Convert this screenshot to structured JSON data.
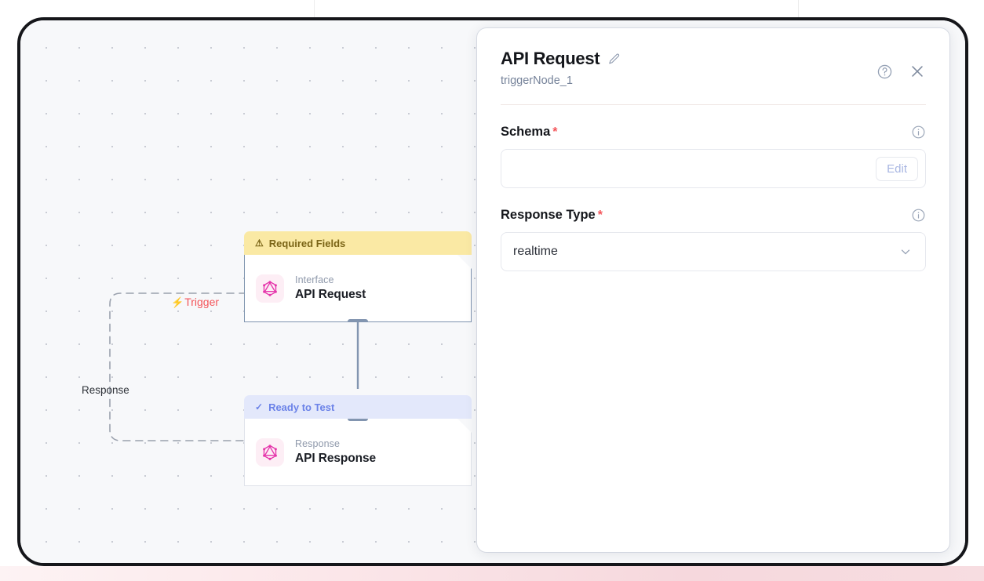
{
  "canvas": {
    "edges": [
      {
        "id": "trigger",
        "label": "Trigger",
        "icon": "lightning-bolt-icon",
        "color": "#f4555a"
      },
      {
        "id": "response",
        "label": "Response",
        "color": "#2f3339"
      }
    ],
    "nodes": [
      {
        "id": "node-api-request",
        "banner": {
          "text": "Required Fields",
          "icon": "warning-triangle-icon",
          "style": "warning",
          "bg": "#fae9a4",
          "fg": "#7a6416"
        },
        "kind": "Interface",
        "title": "API Request",
        "icon": "graphql-icon"
      },
      {
        "id": "node-api-response",
        "banner": {
          "text": "Ready to Test",
          "icon": "check-icon",
          "style": "ready",
          "bg": "#e3e8fb",
          "fg": "#6b82e8"
        },
        "kind": "Response",
        "title": "API Response",
        "icon": "graphql-icon"
      }
    ]
  },
  "inspector": {
    "title": "API Request",
    "subtitle": "triggerNode_1",
    "edit_title_icon": "pencil-icon",
    "help_icon": "question-circle-icon",
    "close_icon": "close-icon",
    "fields": [
      {
        "id": "schema",
        "label": "Schema",
        "required_marker": "*",
        "info_icon": "info-circle-icon",
        "type": "schema-editor",
        "value": "",
        "button_label": "Edit"
      },
      {
        "id": "response_type",
        "label": "Response Type",
        "required_marker": "*",
        "info_icon": "info-circle-icon",
        "type": "select",
        "value": "realtime",
        "chevron_icon": "chevron-down-icon"
      }
    ]
  },
  "colors": {
    "accent_red": "#f4555a",
    "warning_bg": "#fae9a4",
    "ready_bg": "#e3e8fb",
    "node_border": "#7e93ae",
    "graphql_pink": "#e535ab"
  }
}
